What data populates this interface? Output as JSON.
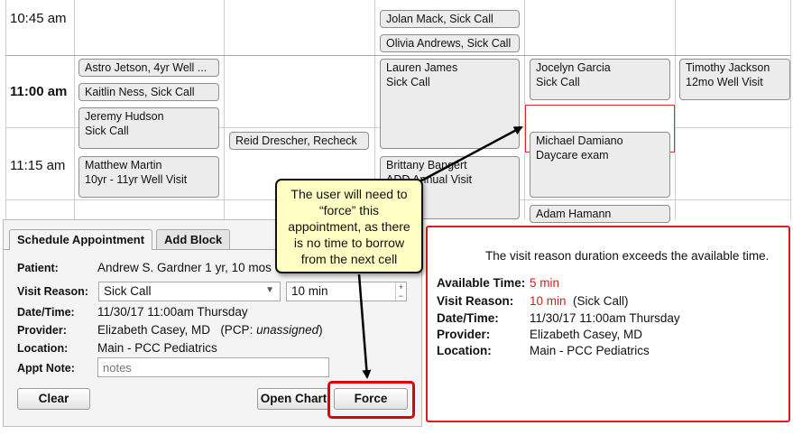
{
  "schedule": {
    "times": [
      "10:45 am",
      "11:00 am",
      "11:15 am"
    ],
    "appointments": {
      "jolan": "Jolan Mack, Sick Call",
      "olivia": "Olivia Andrews, Sick Call",
      "astro": "Astro Jetson, 4yr Well ...",
      "kaitlin": "Kaitlin Ness, Sick Call",
      "jeremy": [
        "Jeremy Hudson",
        "Sick Call"
      ],
      "lauren": [
        "Lauren James",
        "Sick Call"
      ],
      "jocelyn": [
        "Jocelyn Garcia",
        "Sick Call"
      ],
      "timothy": [
        "Timothy Jackson",
        "12mo Well Visit"
      ],
      "reid": "Reid Drescher, Recheck",
      "michael": [
        "Michael Damiano",
        "Daycare exam"
      ],
      "matthew": [
        "Matthew Martin",
        "10yr - 11yr Well Visit"
      ],
      "brittany": [
        "Brittany Bangert",
        "ADD Annual Visit"
      ],
      "adam": "Adam Hamann"
    }
  },
  "form": {
    "tabs": [
      "Schedule Appointment",
      "Add Block"
    ],
    "labels": {
      "patient": "Patient:",
      "visit_reason": "Visit Reason:",
      "date_time": "Date/Time:",
      "provider": "Provider:",
      "location": "Location:",
      "appt_note": "Appt Note:"
    },
    "patient": "Andrew S. Gardner   1 yr, 10 mos",
    "visit_reason": "Sick Call",
    "duration": "10 min",
    "date_time": "11/30/17  11:00am  Thursday",
    "provider_name": "Elizabeth Casey, MD",
    "pcp_prefix": "(PCP: ",
    "pcp_value": "unassigned",
    "pcp_suffix": ")",
    "location": "Main - PCC Pediatrics",
    "note_placeholder": "notes",
    "buttons": {
      "clear": "Clear",
      "open_chart": "Open Chart",
      "force": "Force"
    }
  },
  "warning": {
    "message": "The visit reason duration exceeds the available time.",
    "labels": {
      "available_time": "Available Time:",
      "visit_reason": "Visit Reason:",
      "date_time": "Date/Time:",
      "provider": "Provider:",
      "location": "Location:"
    },
    "available_time": "5 min",
    "visit_reason_duration": "10 min",
    "visit_reason_name": "(Sick Call)",
    "date_time": "11/30/17  11:00am  Thursday",
    "provider": "Elizabeth Casey, MD",
    "location": "Main - PCC Pediatrics",
    "accent_color": "#d02020"
  },
  "callout": {
    "lines": [
      "The user will need to",
      "“force” this",
      "appointment, as there",
      "is no time to borrow",
      "from the next cell"
    ],
    "background": "#ffffc4",
    "highlight_color": "#e00000"
  }
}
